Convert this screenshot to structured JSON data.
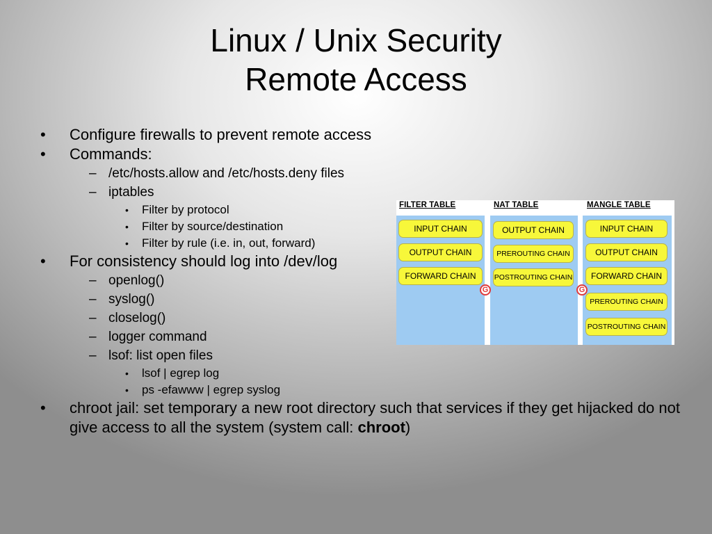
{
  "title": {
    "line1": "Linux / Unix Security",
    "line2": "Remote Access"
  },
  "bullets": {
    "b1": "Configure firewalls to prevent remote access",
    "b2": "Commands:",
    "b2_sub1": "/etc/hosts.allow and /etc/hosts.deny files",
    "b2_sub2": "iptables",
    "b2_sub2_items": [
      "Filter by protocol",
      "Filter by source/destination",
      "Filter by rule (i.e. in, out, forward)"
    ],
    "b3": "For consistency should log into /dev/log",
    "b3_subs": [
      "openlog()",
      "syslog()",
      "closelog()",
      "logger command",
      "lsof: list open files"
    ],
    "b3_sub5_items": [
      "lsof | egrep log",
      "ps -efawww | egrep syslog"
    ],
    "b4_text": "chroot jail: set temporary a new root directory such that services if they get hijacked do not give access to all the system (system call: ",
    "b4_bold": "chroot",
    "b4_end": ")"
  },
  "diagram": {
    "headers": [
      "FILTER TABLE",
      "NAT TABLE",
      "MANGLE TABLE"
    ],
    "filter_chains": [
      "INPUT CHAIN",
      "OUTPUT CHAIN",
      "FORWARD CHAIN"
    ],
    "nat_chains": [
      "OUTPUT CHAIN",
      "PREROUTING CHAIN",
      "POSTROUTING CHAIN"
    ],
    "mangle_chains": [
      "INPUT CHAIN",
      "OUTPUT CHAIN",
      "FORWARD CHAIN",
      "PREROUTING CHAIN",
      "POSTROUTING CHAIN"
    ],
    "link_icon_letter": "G",
    "colors": {
      "panel": "#9ecbf2",
      "chain": "#f7f73a",
      "icon": "#e03a3a"
    }
  }
}
